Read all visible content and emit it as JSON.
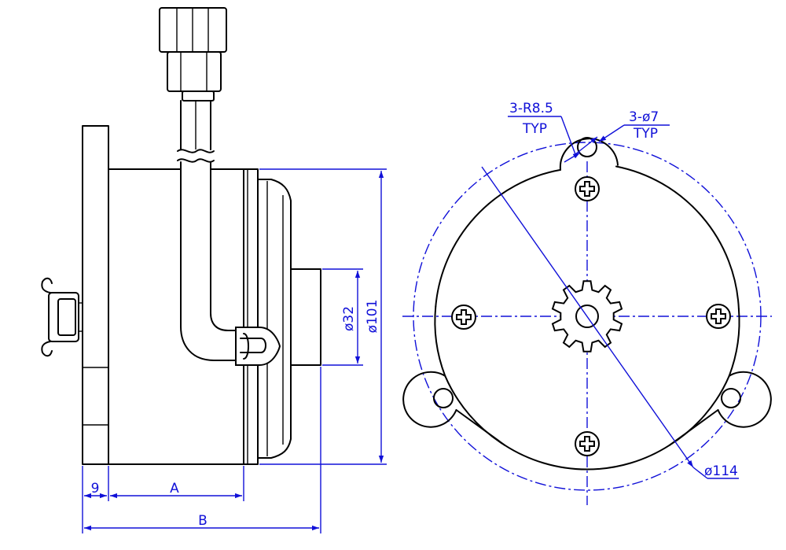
{
  "drawing": {
    "side_view": {
      "dim_flange_thickness": "9",
      "dim_body_length": "A",
      "dim_overall_length": "B",
      "dim_boss_diameter": "ø32",
      "dim_body_diameter": "ø101"
    },
    "front_view": {
      "callout_radius_qty": "3-R8.5",
      "callout_radius_typ": "TYP",
      "callout_hole_qty": "3-ø7",
      "callout_hole_typ": "TYP",
      "dim_bolt_circle": "ø114"
    }
  }
}
